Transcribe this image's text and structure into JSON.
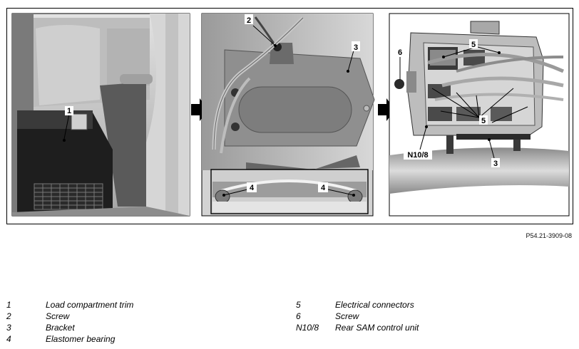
{
  "figure_number": "P54.21-3909-08",
  "callouts": {
    "panel1_trim": "1",
    "panel2_screw": "2",
    "panel2_bracket": "3",
    "panel2_bearing_left": "4",
    "panel2_bearing_right": "4",
    "panel3_screw": "6",
    "panel3_connectors_top": "5",
    "panel3_connectors_mid": "5",
    "panel3_control_unit": "N10/8",
    "panel3_bracket": "3"
  },
  "legend": {
    "left": [
      {
        "num": "1",
        "text": "Load compartment trim"
      },
      {
        "num": "2",
        "text": "Screw"
      },
      {
        "num": "3",
        "text": "Bracket"
      },
      {
        "num": "4",
        "text": "Elastomer bearing"
      }
    ],
    "right": [
      {
        "num": "5",
        "text": "Electrical connectors"
      },
      {
        "num": "6",
        "text": "Screw"
      },
      {
        "num": "N10/8",
        "text": "Rear SAM control unit"
      }
    ]
  }
}
